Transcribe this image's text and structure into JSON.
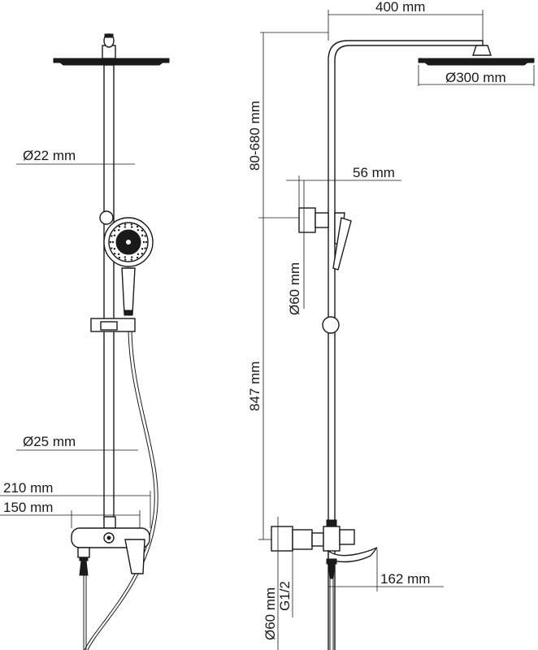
{
  "front_view": {
    "labels": {
      "rail_diameter": "Ø22 mm",
      "pipe_diameter": "Ø25 mm",
      "width_total": "210 mm",
      "width_centers": "150 mm"
    }
  },
  "side_view": {
    "labels": {
      "arm_length": "400 mm",
      "head_diameter": "Ø300 mm",
      "height_adjust": "80-680 mm",
      "bracket_offset": "56 mm",
      "bracket_diameter": "Ø60 mm",
      "rail_height": "847 mm",
      "mixer_diameter": "Ø60 mm",
      "connection": "G1/2",
      "spout_length": "162 mm"
    }
  },
  "colors": {
    "line": "#1a1a1a",
    "background": "#ffffff"
  }
}
